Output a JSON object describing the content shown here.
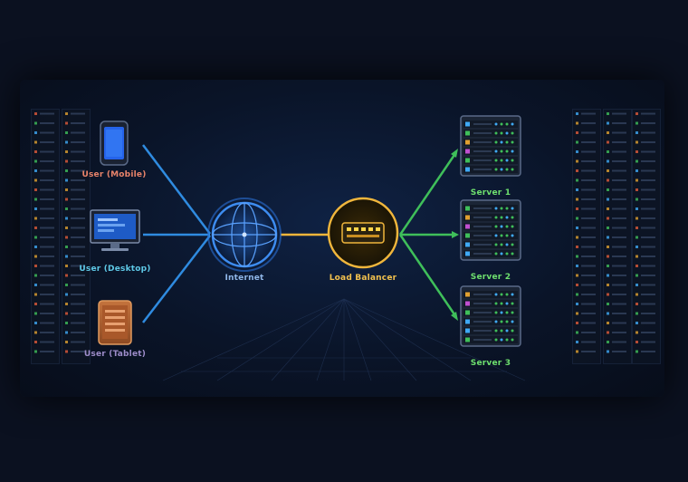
{
  "clients": [
    {
      "id": "mobile",
      "label": "User (Mobile)",
      "color": "#e8836a"
    },
    {
      "id": "desktop",
      "label": "User (Desktop)",
      "color": "#5ec8e6"
    },
    {
      "id": "tablet",
      "label": "User (Tablet)",
      "color": "#9d8cc9"
    }
  ],
  "internet": {
    "label": "Internet",
    "color": "#8fb6e8"
  },
  "load_balancer": {
    "label": "Load Balancer",
    "color": "#f2c14e"
  },
  "servers": [
    {
      "id": "server1",
      "label": "Server 1"
    },
    {
      "id": "server2",
      "label": "Server 2"
    },
    {
      "id": "server3",
      "label": "Server 3"
    }
  ],
  "colors": {
    "client_links": "#2f8be0",
    "lb_link": "#f2b53a",
    "server_links": "#3fbf5a",
    "server_label": "#6ee06e",
    "globe": "#3d8cf0",
    "lb_ring": "#f0b63c"
  }
}
